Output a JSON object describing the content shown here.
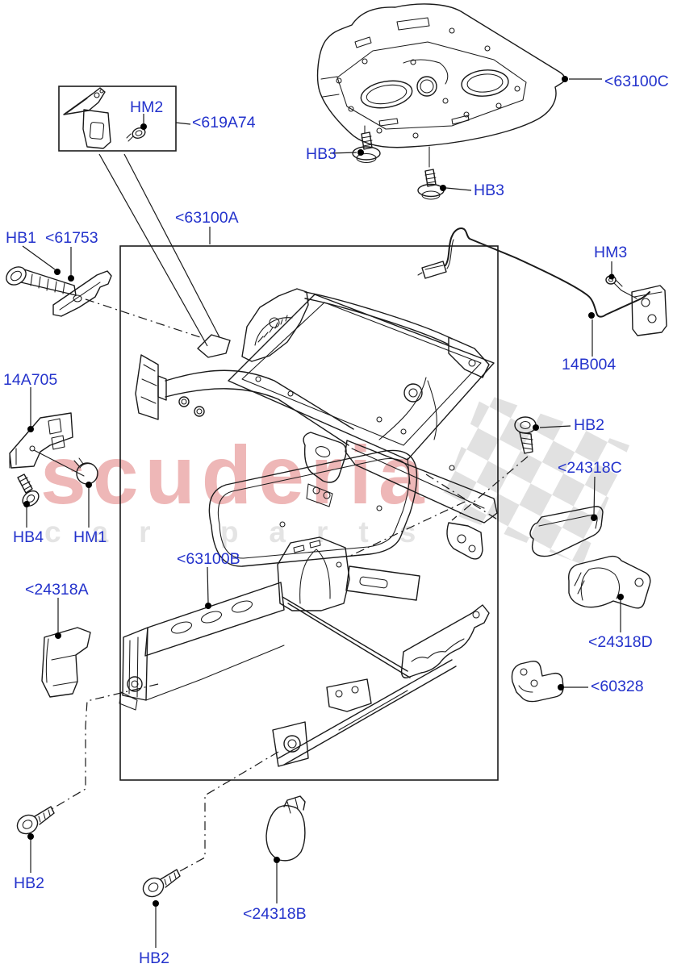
{
  "watermark": {
    "brand": "scuderia",
    "subtitle": "car parts",
    "brand_color": "#eeb7b7",
    "subtitle_color": "#e4e4e4",
    "checker_color": "#dcdcdc"
  },
  "colors": {
    "label_blue": "#2433cc",
    "line_black": "#1a1a1a",
    "background": "#ffffff"
  },
  "labels": [
    {
      "id": "hm2",
      "text": "HM2"
    },
    {
      "id": "619A74",
      "text": "<619A74"
    },
    {
      "id": "63100C",
      "text": "<63100C"
    },
    {
      "id": "hb3-upper",
      "text": "HB3"
    },
    {
      "id": "hb3-lower",
      "text": "HB3"
    },
    {
      "id": "hb1",
      "text": "HB1"
    },
    {
      "id": "61753",
      "text": "<61753"
    },
    {
      "id": "63100A",
      "text": "<63100A"
    },
    {
      "id": "hm3",
      "text": "HM3"
    },
    {
      "id": "14B004",
      "text": "14B004"
    },
    {
      "id": "14A705",
      "text": "14A705"
    },
    {
      "id": "hb2-right",
      "text": "HB2"
    },
    {
      "id": "24318C",
      "text": "<24318C"
    },
    {
      "id": "hb4",
      "text": "HB4"
    },
    {
      "id": "hm1",
      "text": "HM1"
    },
    {
      "id": "63100B",
      "text": "<63100B"
    },
    {
      "id": "24318A",
      "text": "<24318A"
    },
    {
      "id": "24318D",
      "text": "<24318D"
    },
    {
      "id": "60328",
      "text": "<60328"
    },
    {
      "id": "hb2-bottom-left",
      "text": "HB2"
    },
    {
      "id": "hb2-bottom-mid",
      "text": "HB2"
    },
    {
      "id": "24318B",
      "text": "<24318B"
    }
  ]
}
